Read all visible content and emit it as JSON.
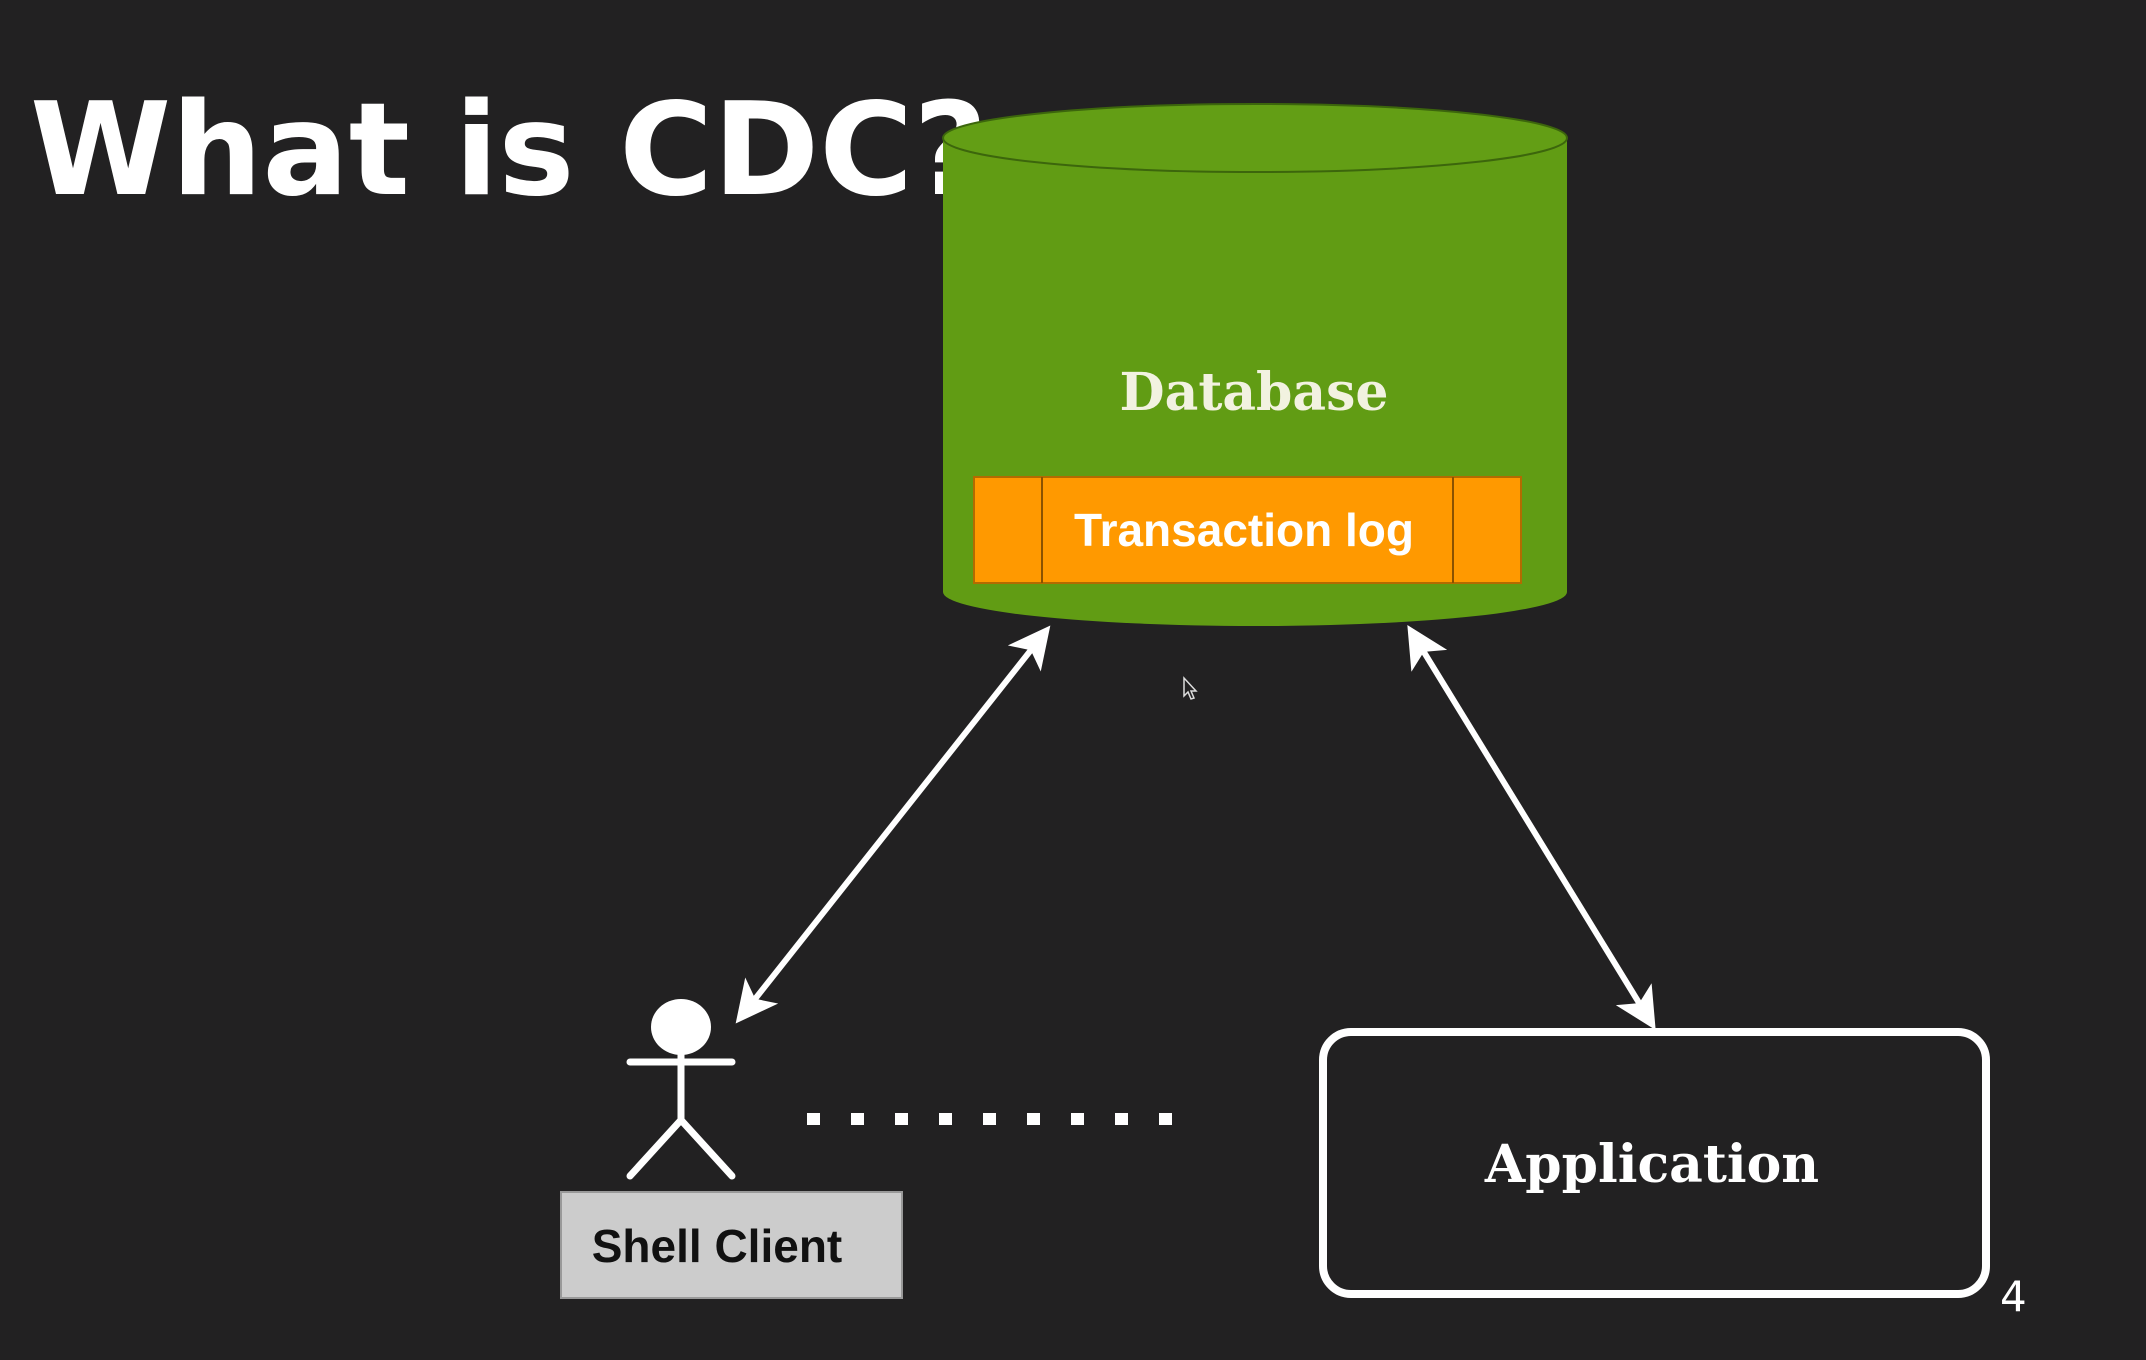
{
  "slide": {
    "title": "What is CDC?",
    "page_number": "4"
  },
  "nodes": {
    "database": {
      "label": "Database",
      "color": "#619c14",
      "label_color": "#f2f2e0"
    },
    "transaction_log": {
      "label": "Transaction log",
      "color": "#ff9900",
      "label_color": "#ffffff"
    },
    "shell_client": {
      "label": "Shell Client",
      "color": "#cccccc",
      "label_color": "#111111"
    },
    "application": {
      "label": "Application",
      "border_color": "#ffffff",
      "label_color": "#ffffff"
    }
  },
  "colors": {
    "background": "#222122",
    "arrow": "#ffffff",
    "text": "#ffffff"
  },
  "edges": [
    {
      "from": "shell_client",
      "to": "database",
      "style": "bidirectional-arrow"
    },
    {
      "from": "application",
      "to": "database",
      "style": "bidirectional-arrow"
    },
    {
      "from": "shell_client",
      "to": "application",
      "style": "dotted"
    }
  ],
  "icons": {
    "user": "stick-figure-icon",
    "cursor": "mouse-pointer-icon"
  }
}
